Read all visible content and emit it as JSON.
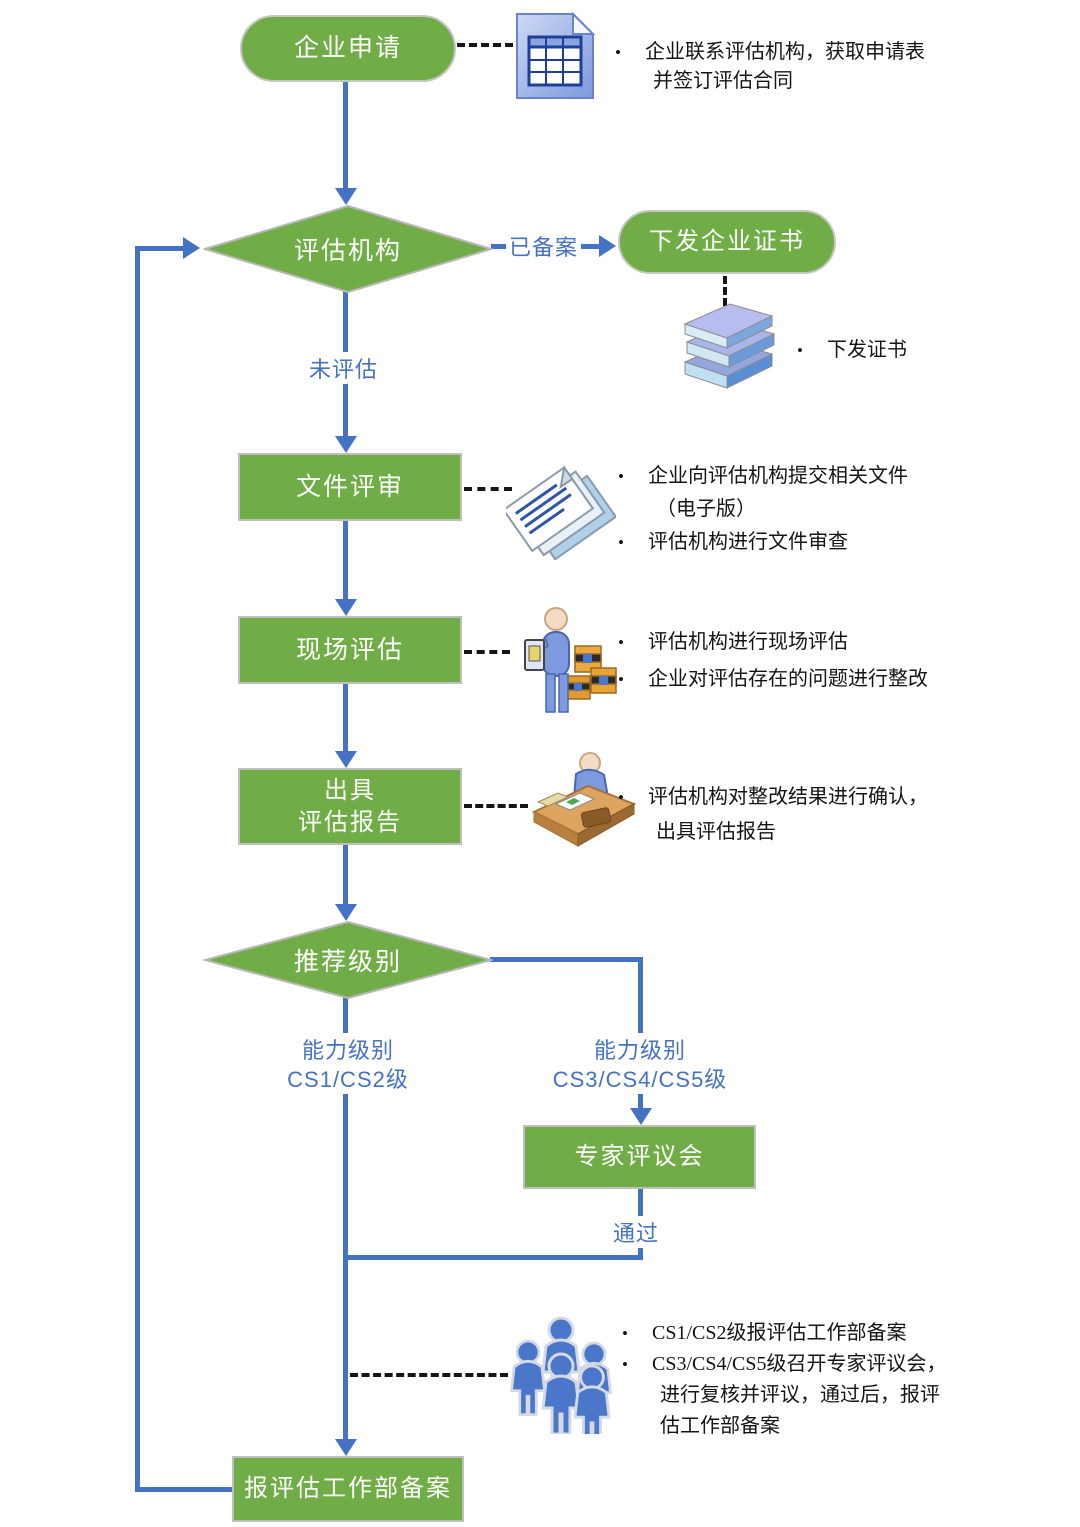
{
  "bullet_char": "•",
  "colors": {
    "node_green": "#70AD47",
    "node_border": "#bfbfbf",
    "flow_blue": "#4472C4",
    "dash_black": "#151515",
    "note_text": "#141414"
  },
  "nodes": {
    "start": "企业申请",
    "agency_decision": "评估机构",
    "issue_certificate": "下发企业证书",
    "document_review": "文件评审",
    "onsite_assessment": "现场评估",
    "issue_report_line1": "出具",
    "issue_report_line2": "评估报告",
    "level_decision": "推荐级别",
    "expert_panel": "专家评议会",
    "filing": "报评估工作部备案"
  },
  "edge_labels": {
    "registered": "已备案",
    "not_assessed": "未评估",
    "level_low_line1": "能力级别",
    "level_low_line2": "CS1/CS2级",
    "level_high_line1": "能力级别",
    "level_high_line2": "CS3/CS4/CS5级",
    "pass": "通过"
  },
  "notes": {
    "application": {
      "lines": [
        "企业联系评估机构，获取申请表",
        "并签订评估合同"
      ]
    },
    "certificate": {
      "lines": [
        "下发证书"
      ]
    },
    "document_review": {
      "lines": [
        "企业向评估机构提交相关文件",
        "（电子版）",
        "评估机构进行文件审查"
      ]
    },
    "onsite": {
      "lines": [
        "评估机构进行现场评估",
        "企业对评估存在的问题进行整改"
      ]
    },
    "report": {
      "lines": [
        "评估机构对整改结果进行确认，",
        "出具评估报告"
      ]
    },
    "filing": {
      "lines": [
        "CS1/CS2级报评估工作部备案",
        "CS3/CS4/CS5级召开专家评议会，",
        "进行复核并评议，通过后，报评",
        "估工作部备案"
      ]
    }
  },
  "icons": [
    "spreadsheet-document-icon",
    "books-stack-icon",
    "papers-stack-icon",
    "assessor-with-boxes-icon",
    "report-desk-icon",
    "people-group-icon"
  ]
}
